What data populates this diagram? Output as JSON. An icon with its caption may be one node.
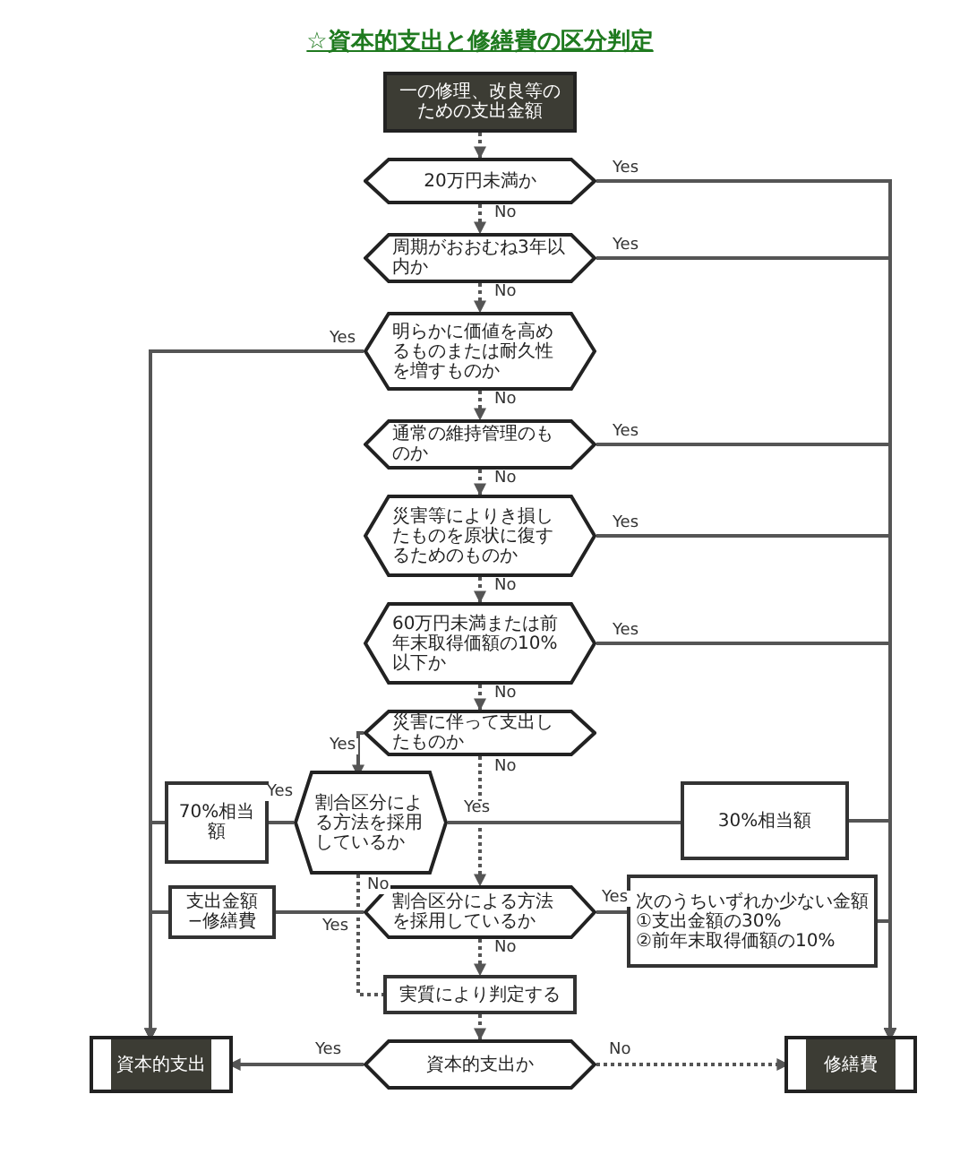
{
  "diagram": {
    "title": "☆資本的支出と修繕費の区分判定",
    "nodes": [
      {
        "text": [
          "一の修理、改良等のための支出金額"
        ]
      },
      {
        "text": [
          "20万円未満か"
        ]
      },
      {
        "text": [
          "周期がおおむね3年以内か"
        ]
      },
      {
        "text": [
          "明らかに価値を高めるものまたは耐久性を増すものか"
        ]
      },
      {
        "text": [
          "通常の維持管理のものか"
        ]
      },
      {
        "text": [
          "災害等によりき損したものを原状に復するためのものか"
        ]
      },
      {
        "text": [
          "60万円未満または前年末取得価額の10%以下か"
        ]
      },
      {
        "text": [
          "災害に伴って支出したものか"
        ]
      },
      {
        "text": [
          "割合区分による方法を採用しているか"
        ]
      },
      {
        "text": [
          "70%相当額"
        ]
      },
      {
        "text": [
          "30%相当額"
        ]
      },
      {
        "text": [
          "割合区分による方法を採用しているか"
        ]
      },
      {
        "text": [
          "支出金額−修繕費"
        ]
      },
      {
        "text": [
          "次のうちいずれか少ない金額",
          "①支出金額の30%",
          "②前年末取得価額の10%"
        ]
      },
      {
        "text": [
          "実質により判定する"
        ]
      },
      {
        "text": [
          "資本的支出か"
        ]
      },
      {
        "text": [
          "資本的支出"
        ]
      },
      {
        "text": [
          "修繕費"
        ]
      }
    ],
    "edges": [
      {
        "from": 0,
        "to": 1,
        "arrow": "to",
        "style": "dashed"
      },
      {
        "from": 1,
        "to": 17,
        "arrow": "to",
        "label": "Yes"
      },
      {
        "from": 1,
        "to": 2,
        "arrow": "to",
        "label": "No",
        "style": "dashed"
      },
      {
        "from": 2,
        "to": 17,
        "arrow": "to",
        "label": "Yes"
      },
      {
        "from": 2,
        "to": 3,
        "arrow": "to",
        "label": "No",
        "style": "dashed"
      },
      {
        "from": 3,
        "to": 16,
        "arrow": "to",
        "label": "Yes"
      },
      {
        "from": 3,
        "to": 4,
        "arrow": "to",
        "label": "No",
        "style": "dashed"
      },
      {
        "from": 4,
        "to": 17,
        "arrow": "to",
        "label": "Yes"
      },
      {
        "from": 4,
        "to": 5,
        "arrow": "to",
        "label": "No",
        "style": "dashed"
      },
      {
        "from": 5,
        "to": 17,
        "arrow": "to",
        "label": "Yes"
      },
      {
        "from": 5,
        "to": 6,
        "arrow": "to",
        "label": "No",
        "style": "dashed"
      },
      {
        "from": 6,
        "to": 17,
        "arrow": "to",
        "label": "Yes"
      },
      {
        "from": 6,
        "to": 7,
        "arrow": "to",
        "label": "No",
        "style": "dashed"
      },
      {
        "from": 7,
        "to": 8,
        "arrow": "to",
        "label": "Yes"
      },
      {
        "from": 7,
        "to": 11,
        "arrow": "to",
        "label": "No",
        "style": "dashed"
      },
      {
        "from": 8,
        "to": 9,
        "arrow": "none",
        "label": "Yes"
      },
      {
        "from": 8,
        "to": 10,
        "arrow": "none",
        "label": "Yes"
      },
      {
        "from": 9,
        "to": 16,
        "arrow": "to"
      },
      {
        "from": 10,
        "to": 17,
        "arrow": "to"
      },
      {
        "from": 8,
        "to": 14,
        "arrow": "none",
        "label": "No",
        "style": "dashed"
      },
      {
        "from": 11,
        "to": 12,
        "arrow": "none",
        "label": "Yes"
      },
      {
        "from": 11,
        "to": 13,
        "arrow": "none",
        "label": "Yes"
      },
      {
        "from": 12,
        "to": 16,
        "arrow": "to"
      },
      {
        "from": 13,
        "to": 17,
        "arrow": "to"
      },
      {
        "from": 11,
        "to": 14,
        "arrow": "to",
        "label": "No",
        "style": "dashed"
      },
      {
        "from": 14,
        "to": 15,
        "arrow": "to",
        "style": "dashed"
      },
      {
        "from": 15,
        "to": 16,
        "arrow": "to",
        "label": "Yes"
      },
      {
        "from": 15,
        "to": 17,
        "arrow": "to",
        "label": "No",
        "style": "dashed"
      }
    ]
  }
}
